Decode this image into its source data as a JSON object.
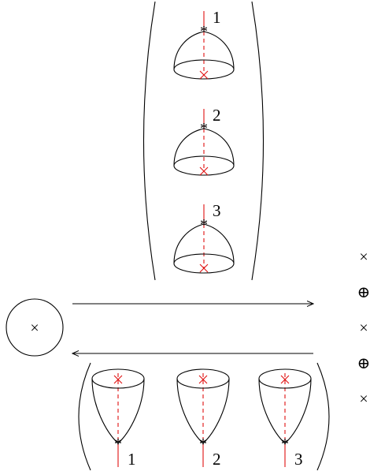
{
  "diagram": {
    "top_caps": [
      {
        "label": "1"
      },
      {
        "label": "2"
      },
      {
        "label": "3"
      }
    ],
    "bottom_cups": [
      {
        "label": "1"
      },
      {
        "label": "2"
      },
      {
        "label": "3"
      }
    ],
    "circle_symbol": "×",
    "operators": [
      "×",
      "⊕",
      "×",
      "⊕",
      "×"
    ],
    "colors": {
      "line": "#000000",
      "cut": "#e01010"
    }
  }
}
